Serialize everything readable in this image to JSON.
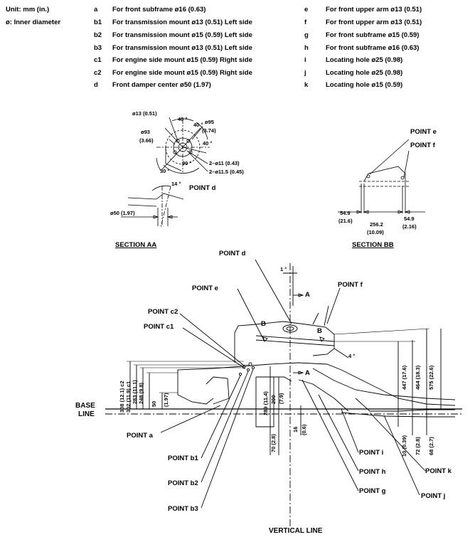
{
  "header": {
    "unit": "Unit: mm (in.)",
    "diameter_note": "ø: Inner diameter"
  },
  "legend_left": [
    {
      "code": "a",
      "text": "For front subframe ø16 (0.63)"
    },
    {
      "code": "b1",
      "text": "For transmission mount ø13 (0.51) Left side"
    },
    {
      "code": "b2",
      "text": "For transmission mount ø15 (0.59) Left side"
    },
    {
      "code": "b3",
      "text": "For transmission mount ø13 (0.51) Left side"
    },
    {
      "code": "c1",
      "text": "For engine side mount ø15 (0.59) Right side"
    },
    {
      "code": "c2",
      "text": "For engine side mount ø15 (0.59) Right side"
    },
    {
      "code": "d",
      "text": "Front damper center ø50 (1.97)"
    }
  ],
  "legend_right": [
    {
      "code": "e",
      "text": "For front upper arm ø13 (0.51)"
    },
    {
      "code": "f",
      "text": "For front upper arm ø13 (0.51)"
    },
    {
      "code": "g",
      "text": "For front subframe ø15 (0.59)"
    },
    {
      "code": "h",
      "text": "For front subframe ø16 (0.63)"
    },
    {
      "code": "i",
      "text": "Locating hole ø25 (0.98)"
    },
    {
      "code": "j",
      "text": "Locating hole ø25 (0.98)"
    },
    {
      "code": "k",
      "text": "Locating hole ø15 (0.59)"
    }
  ],
  "section_aa": {
    "title": "SECTION AA",
    "d13": "ø13 (0.51)",
    "a40_1": "40 °",
    "a40_2": "40 °",
    "a40_3": "40 °",
    "d95": "ø95",
    "d95_in": "(3.74)",
    "d93": "ø93",
    "d93_in": "(3.66)",
    "a90": "90 °",
    "a30": "30 °",
    "d11": "2–ø11 (0.43)",
    "d11_5": "2–ø11.5 (0.45)",
    "a14": "14 °",
    "point_d": "POINT d",
    "d50": "ø50 (1.97)"
  },
  "section_bb": {
    "title": "SECTION BB",
    "point_e": "POINT e",
    "point_f": "POINT f",
    "left_dim": "54.9",
    "left_dim_in": "(21.6)",
    "mid_dim": "256.2",
    "mid_dim_in": "(10.09)",
    "right_dim": "54.9",
    "right_dim_in": "(2.16)"
  },
  "main": {
    "point_d": "POINT d",
    "angle_1": "1 °",
    "section_a_top": "A",
    "section_a_bottom": "A",
    "point_e": "POINT e",
    "point_f": "POINT f",
    "point_c2": "POINT c2",
    "point_c1": "POINT c1",
    "section_b_left": "B",
    "section_b_right": "B",
    "angle_4": "4 °",
    "base_line_1": "BASE",
    "base_line_2": "LINE",
    "point_a": "POINT a",
    "point_b1": "POINT b1",
    "point_b2": "POINT b2",
    "point_b3": "POINT b3",
    "vertical_line": "VERTICAL LINE",
    "point_i": "POINT i",
    "point_h": "POINT h",
    "point_g": "POINT g",
    "point_k": "POINT k",
    "point_j": "POINT j",
    "dims_left": [
      "308 (12.1) c2",
      "302 (11.9) c1",
      "283 (11.1)",
      "248 (9.8)",
      "50",
      "(1.97)"
    ],
    "dims_mid": [
      "289 (11.4)",
      "200",
      "(7.9)",
      "70 (2.8)",
      "16",
      "(0.6)"
    ],
    "dims_right": [
      "447 (17.6)",
      "464 (18.3)",
      "575 (22.6)",
      "10 (0.39)",
      "72 (2.8)",
      "68 (2.7)"
    ]
  }
}
